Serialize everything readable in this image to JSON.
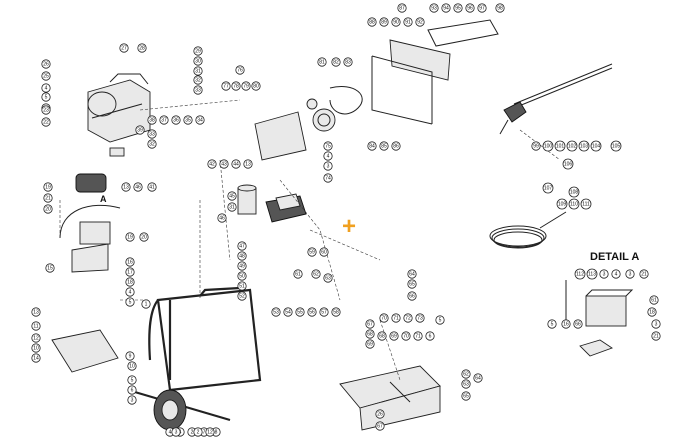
{
  "detail_title": "DETAIL A",
  "detail_letter": "A",
  "cursor_marker": "+",
  "accent_color": "#f0a020",
  "callouts": [
    {
      "label": "27"
    },
    {
      "label": "28"
    },
    {
      "label": "26"
    },
    {
      "label": "25"
    },
    {
      "label": "4"
    },
    {
      "label": "5"
    },
    {
      "label": "24"
    },
    {
      "label": "23"
    },
    {
      "label": "22"
    },
    {
      "label": "29"
    },
    {
      "label": "30"
    },
    {
      "label": "31"
    },
    {
      "label": "32"
    },
    {
      "label": "33"
    },
    {
      "label": "39"
    },
    {
      "label": "38"
    },
    {
      "label": "37"
    },
    {
      "label": "36"
    },
    {
      "label": "35"
    },
    {
      "label": "34"
    },
    {
      "label": "33"
    },
    {
      "label": "32"
    },
    {
      "label": "13"
    },
    {
      "label": "46"
    },
    {
      "label": "41"
    },
    {
      "label": "19"
    },
    {
      "label": "21"
    },
    {
      "label": "20"
    },
    {
      "label": "19"
    },
    {
      "label": "20"
    },
    {
      "label": "15"
    },
    {
      "label": "16"
    },
    {
      "label": "17"
    },
    {
      "label": "18"
    },
    {
      "label": "4"
    },
    {
      "label": "5"
    },
    {
      "label": "13"
    },
    {
      "label": "11"
    },
    {
      "label": "12"
    },
    {
      "label": "10"
    },
    {
      "label": "14"
    },
    {
      "label": "9"
    },
    {
      "label": "1"
    },
    {
      "label": "10"
    },
    {
      "label": "5"
    },
    {
      "label": "6"
    },
    {
      "label": "3"
    },
    {
      "label": "4"
    },
    {
      "label": "2"
    },
    {
      "label": "7"
    },
    {
      "label": "8"
    },
    {
      "label": "76"
    },
    {
      "label": "77"
    },
    {
      "label": "78"
    },
    {
      "label": "79"
    },
    {
      "label": "80"
    },
    {
      "label": "75"
    },
    {
      "label": "4"
    },
    {
      "label": "3"
    },
    {
      "label": "74"
    },
    {
      "label": "42"
    },
    {
      "label": "43"
    },
    {
      "label": "44"
    },
    {
      "label": "13"
    },
    {
      "label": "45"
    },
    {
      "label": "31"
    },
    {
      "label": "46"
    },
    {
      "label": "47"
    },
    {
      "label": "48"
    },
    {
      "label": "49"
    },
    {
      "label": "50"
    },
    {
      "label": "51"
    },
    {
      "label": "52"
    },
    {
      "label": "53"
    },
    {
      "label": "54"
    },
    {
      "label": "55"
    },
    {
      "label": "56"
    },
    {
      "label": "57"
    },
    {
      "label": "58"
    },
    {
      "label": "59"
    },
    {
      "label": "60"
    },
    {
      "label": "61"
    },
    {
      "label": "62"
    },
    {
      "label": "63"
    },
    {
      "label": "64"
    },
    {
      "label": "65"
    },
    {
      "label": "66"
    },
    {
      "label": "67"
    },
    {
      "label": "68"
    },
    {
      "label": "69"
    },
    {
      "label": "70"
    },
    {
      "label": "71"
    },
    {
      "label": "72"
    },
    {
      "label": "73"
    },
    {
      "label": "81"
    },
    {
      "label": "82"
    },
    {
      "label": "83"
    },
    {
      "label": "84"
    },
    {
      "label": "85"
    },
    {
      "label": "86"
    },
    {
      "label": "87"
    },
    {
      "label": "88"
    },
    {
      "label": "89"
    },
    {
      "label": "90"
    },
    {
      "label": "91"
    },
    {
      "label": "92"
    },
    {
      "label": "93"
    },
    {
      "label": "94"
    },
    {
      "label": "95"
    },
    {
      "label": "96"
    },
    {
      "label": "97"
    },
    {
      "label": "98"
    },
    {
      "label": "99"
    },
    {
      "label": "100"
    },
    {
      "label": "101"
    },
    {
      "label": "102"
    },
    {
      "label": "103"
    },
    {
      "label": "104"
    },
    {
      "label": "105"
    },
    {
      "label": "106"
    },
    {
      "label": "107"
    },
    {
      "label": "108"
    },
    {
      "label": "109"
    },
    {
      "label": "110"
    },
    {
      "label": "111"
    },
    {
      "label": "112"
    },
    {
      "label": "113"
    },
    {
      "label": "3"
    },
    {
      "label": "4"
    },
    {
      "label": "3"
    },
    {
      "label": "21"
    },
    {
      "label": "18"
    },
    {
      "label": "3"
    },
    {
      "label": "21"
    },
    {
      "label": "5"
    },
    {
      "label": "16"
    },
    {
      "label": "66"
    },
    {
      "label": "61"
    },
    {
      "label": "62"
    },
    {
      "label": "63"
    },
    {
      "label": "65"
    },
    {
      "label": "64"
    },
    {
      "label": "26"
    },
    {
      "label": "67"
    },
    {
      "label": "68"
    },
    {
      "label": "69"
    },
    {
      "label": "70"
    },
    {
      "label": "71"
    },
    {
      "label": "6"
    },
    {
      "label": "5"
    },
    {
      "label": "4"
    },
    {
      "label": "3"
    },
    {
      "label": "2"
    },
    {
      "label": "12"
    }
  ]
}
